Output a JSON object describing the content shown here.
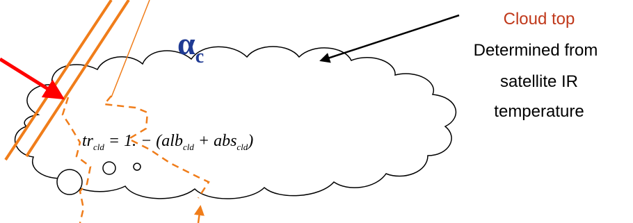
{
  "albedo_symbol": {
    "letter": "α",
    "subscript": "c"
  },
  "cloud_top_annotation": {
    "title": "Cloud top",
    "line1": "Determined from",
    "line2": "satellite IR",
    "line3": "temperature"
  },
  "equation": {
    "lhs": "tr",
    "lhs_sub": "cld",
    "middle": " = 1. − (",
    "term1": "alb",
    "term1_sub": "cld",
    "plus": " + ",
    "term2": "abs",
    "term2_sub": "cld",
    "close": ")"
  },
  "colors": {
    "beam": "#f07d1a",
    "incoming_arrow": "#ff0000",
    "annotation_title": "#c0391b",
    "albedo_symbol": "#1f3a93",
    "text": "#000000",
    "outline": "#000000"
  }
}
